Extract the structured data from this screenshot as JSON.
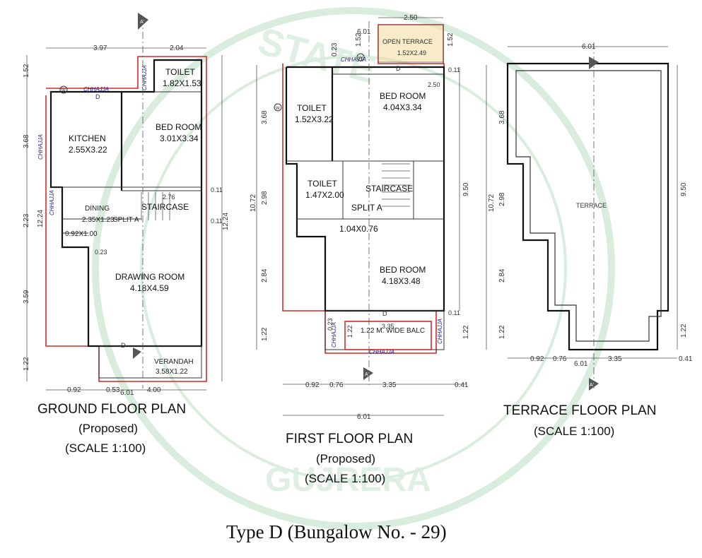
{
  "title": "Type D (Bungalow No. - 29)",
  "plans": {
    "ground": {
      "name": "GROUND FLOOR PLAN",
      "status": "(Proposed)",
      "scale": "(SCALE 1:100)",
      "rooms": {
        "toilet": "TOILET",
        "toilet_size": "1.82X1.53",
        "kitchen": "KITCHEN",
        "kitchen_size": "2.55X3.22",
        "bedroom": "BED ROOM",
        "bedroom_size": "3.01X3.34",
        "dining": "DINING",
        "dining_size": "2.35X1.23",
        "staircase": "STAIRCASE",
        "split": "SPLIT A",
        "small": "0.92X1.00",
        "drawing": "DRAWING ROOM",
        "drawing_size": "4.18X4.59",
        "verandah": "VERANDAH",
        "verandah_size": "3.58X1.22"
      },
      "labels": {
        "chhajja": "CHHAJJA",
        "door": "D",
        "window": "W",
        "section": "A'"
      },
      "dims": {
        "top_left": "3.97",
        "top_right": "2.04",
        "left_1": "1.52",
        "left_2": "3.68",
        "left_3": "2.23",
        "left_4": "3.59",
        "left_5": "1.22",
        "left_total": "12.24",
        "right_total": "12.24",
        "inner_1": "2.76",
        "inner_2": "0.11",
        "inner_3": "0.11",
        "inner_4": "0.23",
        "bottom_1": "0.92",
        "bottom_2": "0.53",
        "bottom_3": "4.00",
        "bottom_total": "6.01"
      }
    },
    "first": {
      "name": "FIRST FLOOR PLAN",
      "status": "(Proposed)",
      "scale": "(SCALE 1:100)",
      "rooms": {
        "terrace": "OPEN TERRACE",
        "terrace_size": "1.52X2.49",
        "toilet1": "TOILET",
        "toilet1_size": "1.52X3.22",
        "bedroom1": "BED ROOM",
        "bedroom1_size": "4.04X3.34",
        "toilet2": "TOILET",
        "toilet2_size": "1.47X2.00",
        "staircase": "STAIRCASE",
        "split": "SPLIT A",
        "lobby_size": "1.04X0.76",
        "bedroom2": "BED ROOM",
        "bedroom2_size": "4.18X3.48",
        "balc": "1.22 M. WIDE BALC"
      },
      "labels": {
        "chhajja": "CHHAJJA",
        "door": "D",
        "window": "W",
        "section": "A'"
      },
      "dims": {
        "top": "2.50",
        "top_2": "6.01",
        "top_3": "1.52",
        "top_4": "0.23",
        "top_5": "1.52",
        "left_1": "3.68",
        "left_2": "2.98",
        "left_3": "2.84",
        "left_4": "1.22",
        "left_total": "10.72",
        "right_1": "0.11",
        "right_2": "2.50",
        "right_3": "9.50",
        "right_4": "0.11",
        "right_5": "1.22",
        "bottom_1": "0.92",
        "bottom_2": "0.76",
        "bottom_3": "3.35",
        "bottom_4": "0.41",
        "bottom_total": "6.01",
        "balc_1": "1.22",
        "balc_2": "3.35",
        "balc_3": "0.23"
      }
    },
    "terrace": {
      "name": "TERRACE FLOOR PLAN",
      "scale": "(SCALE 1:100)",
      "rooms": {
        "terrace": "TERRACE"
      },
      "labels": {
        "section": "A'"
      },
      "dims": {
        "top": "6.01",
        "left_1": "3.68",
        "left_2": "2.98",
        "left_3": "2.84",
        "left_4": "1.22",
        "left_total": "10.72",
        "right_total": "9.50",
        "right_1": "1.22",
        "bottom_1": "0.92",
        "bottom_2": "0.76",
        "bottom_3": "3.35",
        "bottom_4": "0.41",
        "bottom_total": "6.01"
      }
    }
  },
  "watermark": {
    "text_top": "STATE",
    "text_bottom": "GUJRERA"
  },
  "colors": {
    "red_boundary": "#d42a2a",
    "terrace_tile": "#f6e7b0",
    "watermark": "#cfe9d6"
  }
}
